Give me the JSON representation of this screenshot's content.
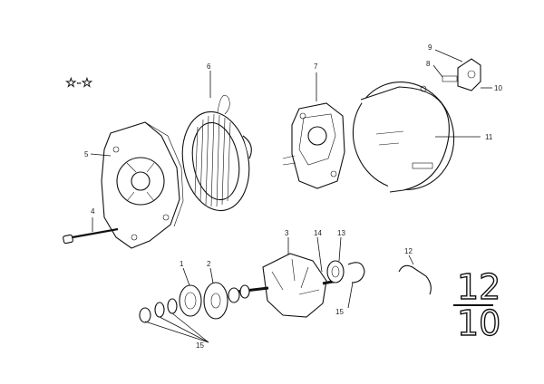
{
  "labels": {
    "p1": "1",
    "p2": "2",
    "p3": "3",
    "p4": "4",
    "p5": "5",
    "p6": "6",
    "p7": "7",
    "p8": "8",
    "p9": "9",
    "p10": "10",
    "p11": "11",
    "p12": "12",
    "p13": "13",
    "p14": "14",
    "p15": "15",
    "p15b": "15",
    "corner_marks": "☆-☆"
  },
  "page_number": {
    "top": "12",
    "bottom": "10"
  },
  "icons": {
    "star": "star-outline-icon"
  }
}
